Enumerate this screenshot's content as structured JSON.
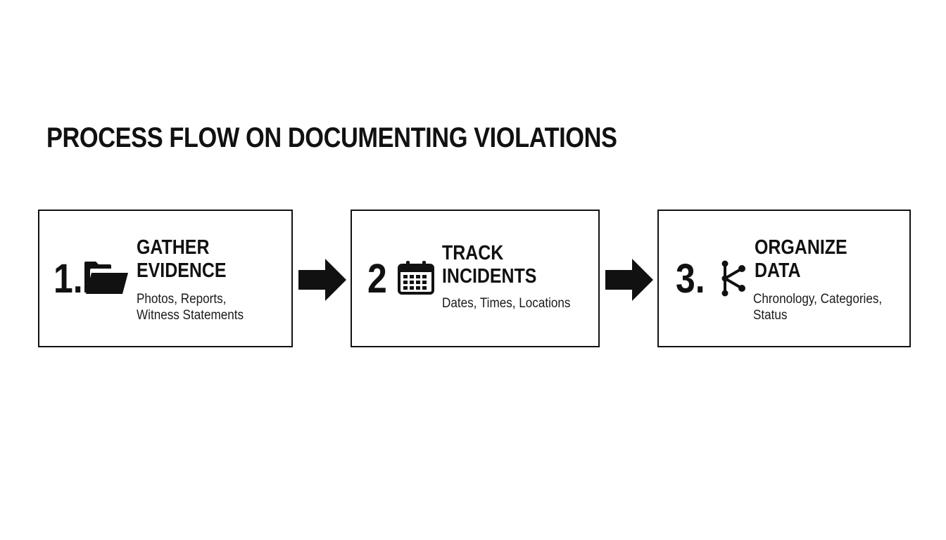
{
  "title": "PROCESS FLOW ON DOCUMENTING VIOLATIONS",
  "colors": {
    "ink": "#111111",
    "background": "#ffffff"
  },
  "steps": [
    {
      "number": "1.",
      "icon": "folder-icon",
      "heading_lines": [
        "GATHER",
        "EVIDENCE"
      ],
      "description_lines": [
        "Photos, Reports,",
        "Witness Statements"
      ]
    },
    {
      "number": "2",
      "icon": "calendar-icon",
      "heading_lines": [
        "TRACK",
        "INCIDENTS"
      ],
      "description_lines": [
        "Dates, Times, Locations"
      ]
    },
    {
      "number": "3.",
      "icon": "network-icon",
      "heading_lines": [
        "ORGANIZE",
        "DATA"
      ],
      "description_lines": [
        "Chronology, Categories,",
        "Status"
      ]
    }
  ],
  "connectors": [
    "arrow-right-icon",
    "arrow-right-icon"
  ]
}
